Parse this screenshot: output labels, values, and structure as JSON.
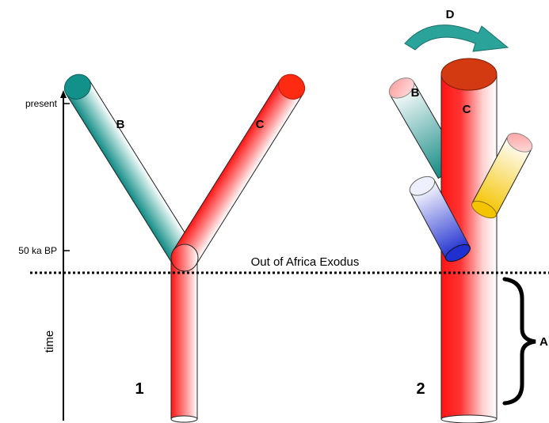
{
  "axis": {
    "label": "time",
    "tick_present": "present",
    "tick_50ka": "50 ka BP"
  },
  "exodus_label": "Out of Africa Exodus",
  "tree1": {
    "number": "1",
    "branch_b": "B",
    "branch_c": "C"
  },
  "tree2": {
    "number": "2",
    "branch_b": "B",
    "branch_c": "C",
    "rotation_label": "D",
    "brace_label": "A"
  },
  "colors": {
    "red": "#ff1a1a",
    "teal": "#138a84",
    "blue": "#1f2fd0",
    "yellow": "#f4c400",
    "cap_red": "#d43a12",
    "arrow": "#2aa39a"
  }
}
